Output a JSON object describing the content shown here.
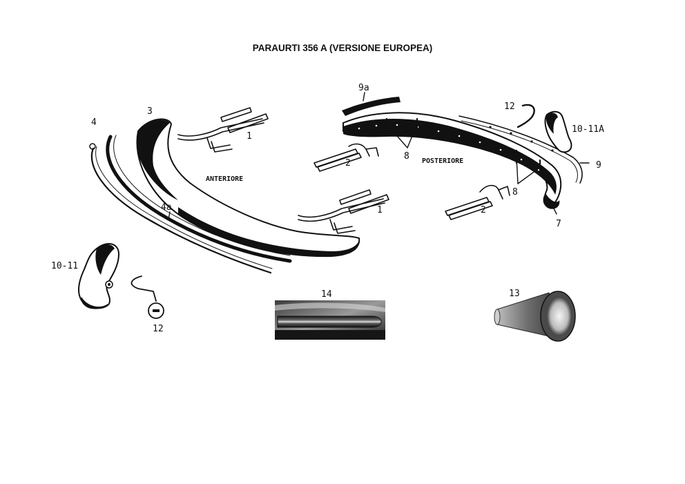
{
  "title": "PARAURTI 356 A (VERSIONE EUROPEA)",
  "section_labels": {
    "front": "ANTERIORE",
    "rear": "POSTERIORE"
  },
  "callouts": [
    {
      "id": "4",
      "text": "4"
    },
    {
      "id": "3",
      "text": "3"
    },
    {
      "id": "1_top",
      "text": "1"
    },
    {
      "id": "4a",
      "text": "4a"
    },
    {
      "id": "1_bottom",
      "text": "1"
    },
    {
      "id": "9a",
      "text": "9a"
    },
    {
      "id": "12_top",
      "text": "12"
    },
    {
      "id": "10_11a",
      "text": "10-11A"
    },
    {
      "id": "8_top",
      "text": "8"
    },
    {
      "id": "2_left",
      "text": "2"
    },
    {
      "id": "9",
      "text": "9"
    },
    {
      "id": "8_bottom",
      "text": "8"
    },
    {
      "id": "2_right",
      "text": "2"
    },
    {
      "id": "7",
      "text": "7"
    },
    {
      "id": "10_11",
      "text": "10-11"
    },
    {
      "id": "12_bottom",
      "text": "12"
    },
    {
      "id": "14",
      "text": "14"
    },
    {
      "id": "13",
      "text": "13"
    }
  ]
}
